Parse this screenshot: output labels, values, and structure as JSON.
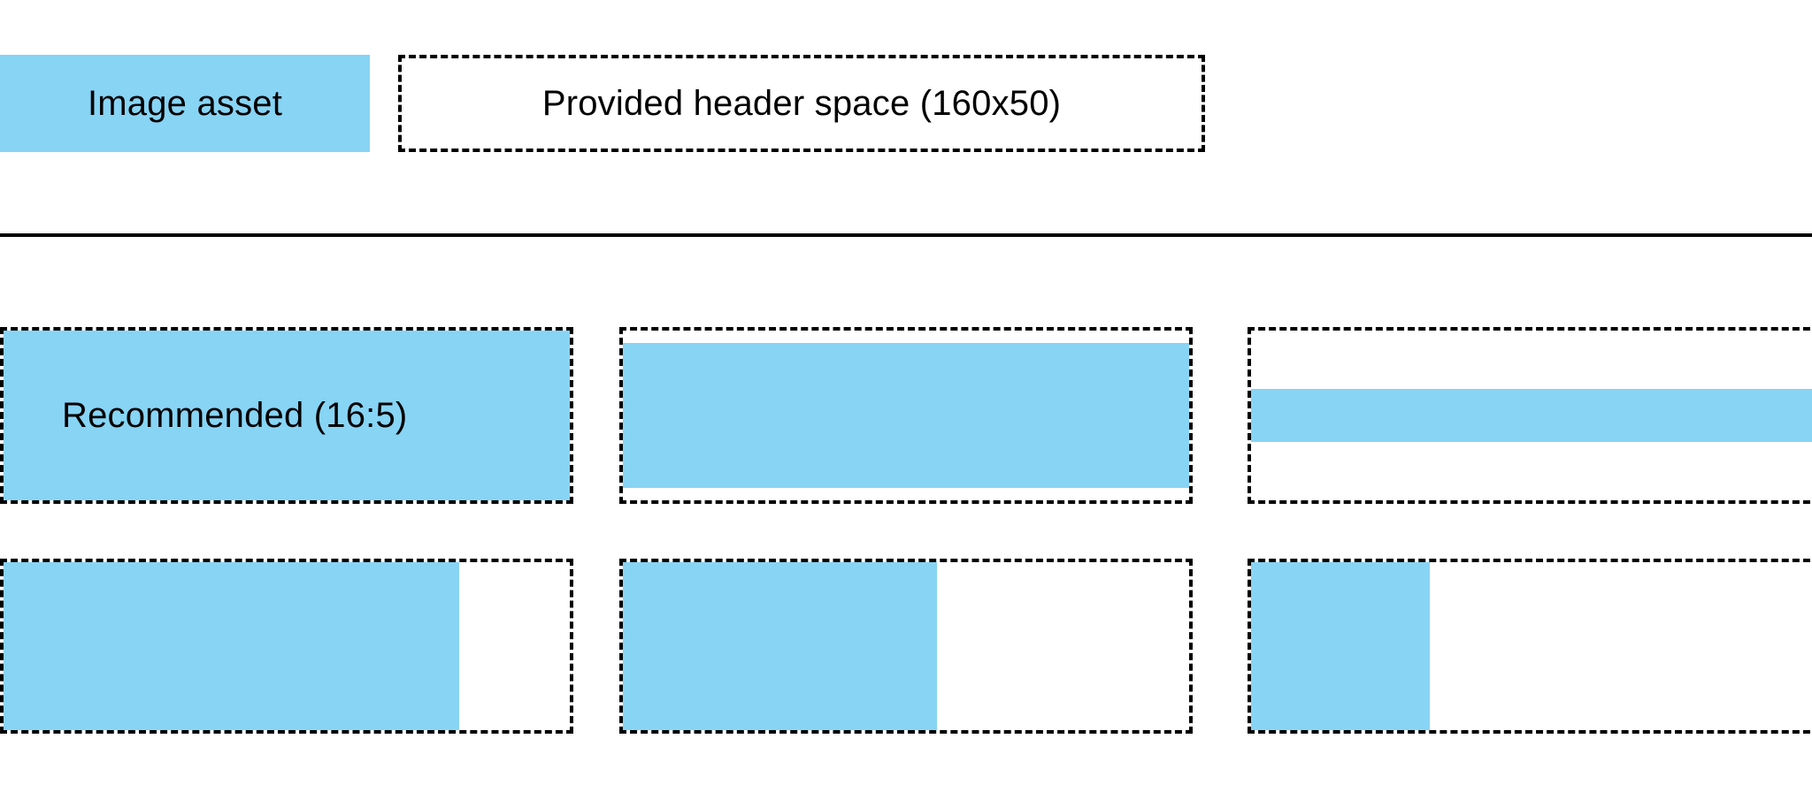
{
  "legend": {
    "swatch_label": "Image asset",
    "swatch_color": "#87D4F5",
    "space_box_label": "Provided header space (160x50)",
    "border_color": "#000000"
  },
  "divider": {
    "color": "#000000"
  },
  "grid": {
    "rows": [
      {
        "name": "row-1",
        "cells": [
          {
            "name": "recommended-ratio",
            "label": "Recommended (16:5)",
            "fill_color": "#87D4F5"
          },
          {
            "name": "wide-fill",
            "label": "",
            "fill_color": "#87D4F5"
          },
          {
            "name": "short-strip-fill",
            "label": "",
            "fill_color": "#87D4F5"
          }
        ]
      },
      {
        "name": "row-2",
        "cells": [
          {
            "name": "wide-partial-fill",
            "label": "",
            "fill_color": "#87D4F5"
          },
          {
            "name": "medium-partial-fill",
            "label": "",
            "fill_color": "#87D4F5"
          },
          {
            "name": "narrow-partial-fill",
            "label": "",
            "fill_color": "#87D4F5"
          }
        ]
      }
    ]
  }
}
